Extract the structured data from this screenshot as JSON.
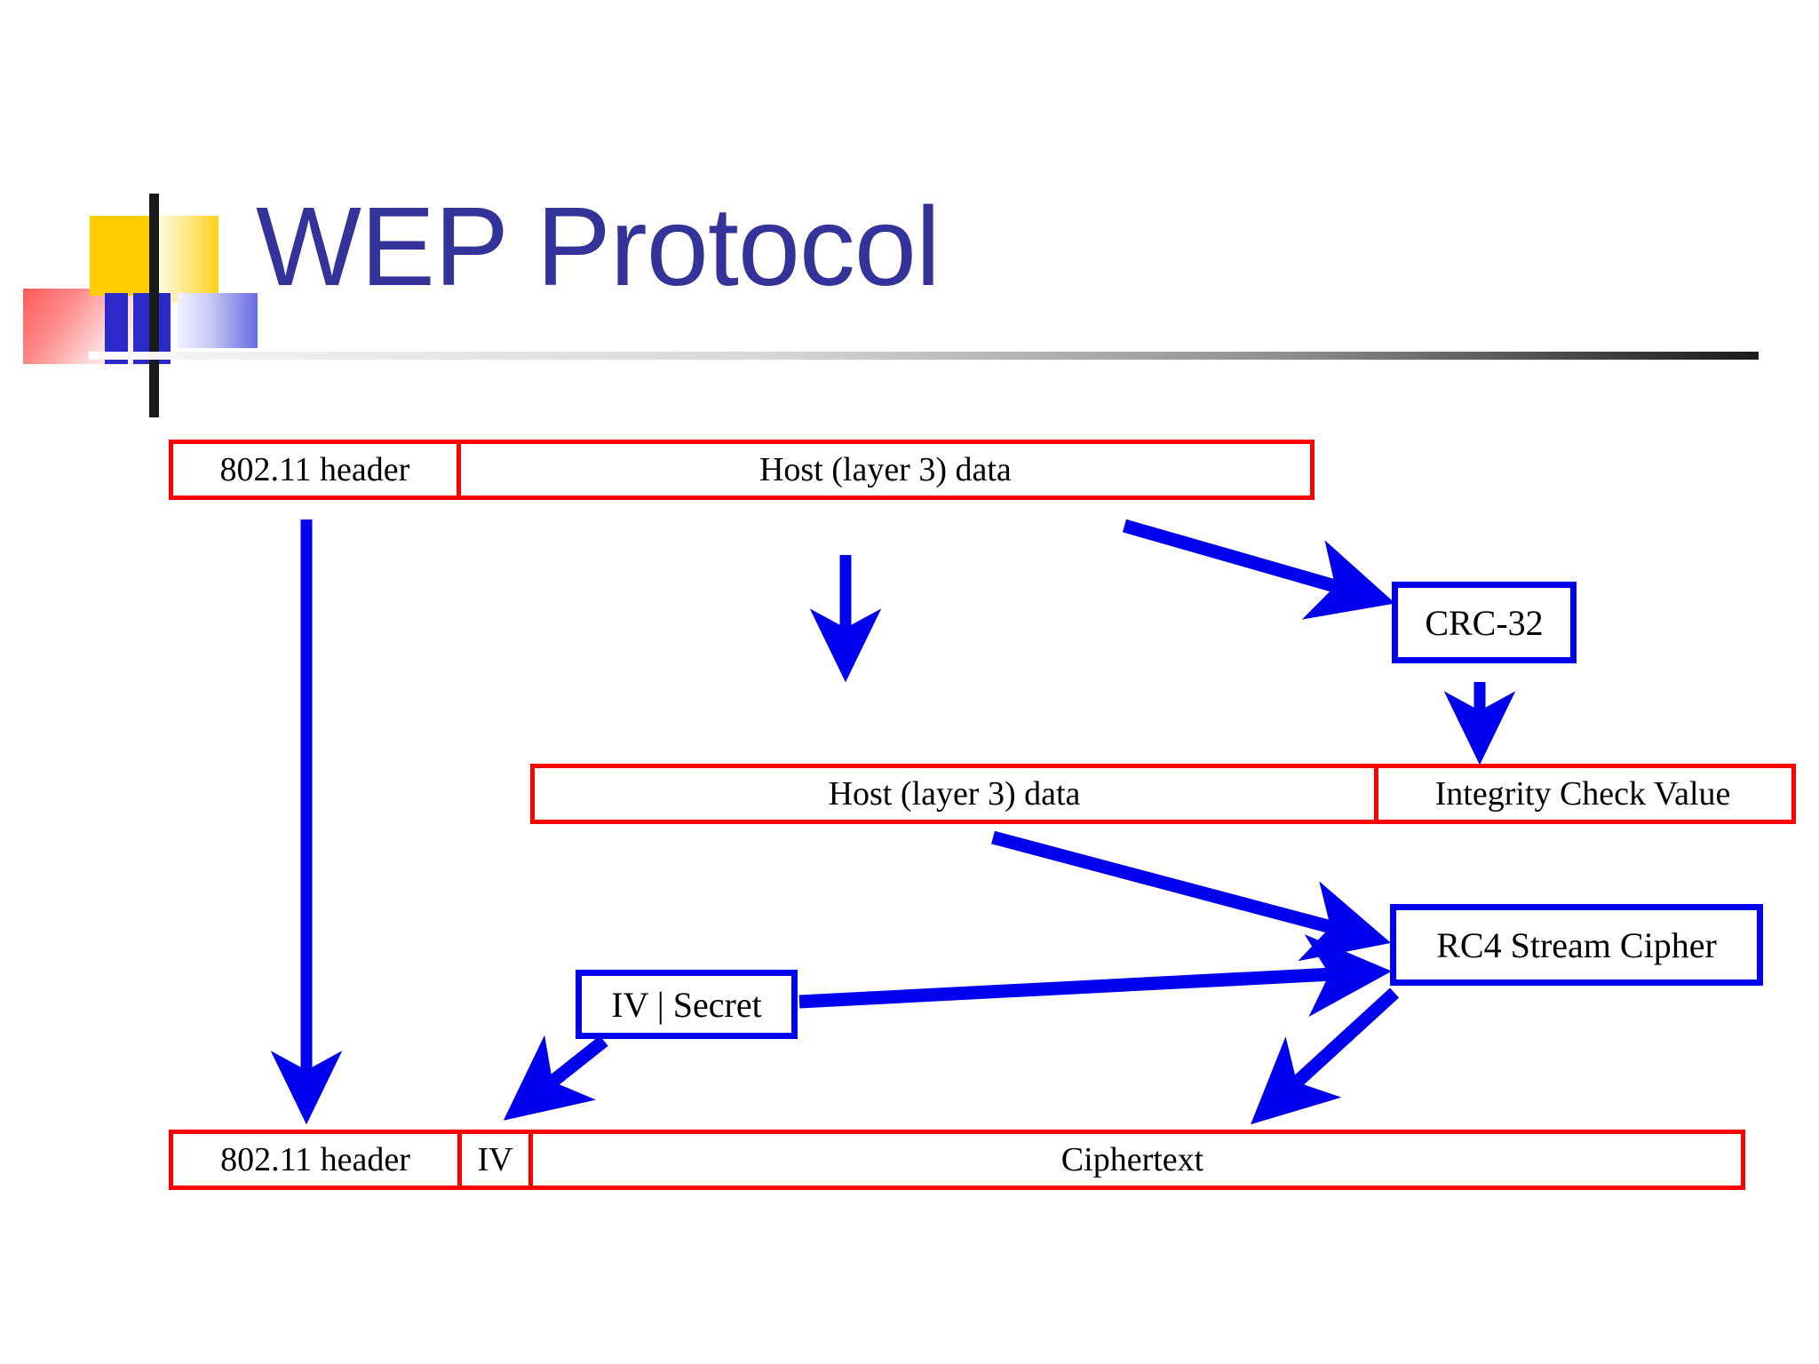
{
  "slide": {
    "title": "WEP Protocol",
    "title_color": "#333399",
    "packet_border_color": "#ff0000",
    "operation_border_color": "#0000ee",
    "arrow_color": "#0000ee",
    "background": "#ffffff"
  },
  "decorations": [
    {
      "name": "yellow-solid-square",
      "color": "#ffcc00"
    },
    {
      "name": "yellow-gradient-square",
      "color": "#ffd21a"
    },
    {
      "name": "red-gradient-rect",
      "color": "#ff5a5a"
    },
    {
      "name": "blue-square-left",
      "color": "#2a2ac9"
    },
    {
      "name": "blue-square-right",
      "color": "#2a2ac9"
    },
    {
      "name": "blue-gradient-bar",
      "color": "#6a6ae0"
    },
    {
      "name": "black-vertical-bar",
      "color": "#1a1a1a"
    },
    {
      "name": "header-rule",
      "color": "#1a1a1a"
    }
  ],
  "diagram": {
    "rows": [
      {
        "id": "plaintext-frame",
        "cells": [
          {
            "label": "802.11 header"
          },
          {
            "label": "Host (layer 3) data"
          }
        ]
      },
      {
        "id": "data-plus-icv",
        "cells": [
          {
            "label": "Host (layer 3) data"
          },
          {
            "label": "Integrity Check Value"
          }
        ]
      },
      {
        "id": "encrypted-frame",
        "cells": [
          {
            "label": "802.11 header"
          },
          {
            "label": "IV"
          },
          {
            "label": "Ciphertext"
          }
        ]
      }
    ],
    "operations": [
      {
        "id": "crc32",
        "label": "CRC-32"
      },
      {
        "id": "rc4",
        "label": "RC4 Stream Cipher"
      },
      {
        "id": "ivsecret",
        "label": "IV | Secret"
      }
    ],
    "arrows": [
      {
        "id": "header-to-encrypted-frame",
        "kind": "vertical-down"
      },
      {
        "id": "data-to-data",
        "kind": "vertical-down"
      },
      {
        "id": "data-to-crc32",
        "kind": "diagonal-down-right"
      },
      {
        "id": "crc32-to-icv",
        "kind": "vertical-down"
      },
      {
        "id": "data-to-rc4",
        "kind": "diagonal-down-right"
      },
      {
        "id": "ivsecret-to-rc4",
        "kind": "diagonal-up-right"
      },
      {
        "id": "ivsecret-to-iv-cell",
        "kind": "diagonal-down-left"
      },
      {
        "id": "rc4-to-ciphertext",
        "kind": "diagonal-down-left"
      }
    ]
  }
}
